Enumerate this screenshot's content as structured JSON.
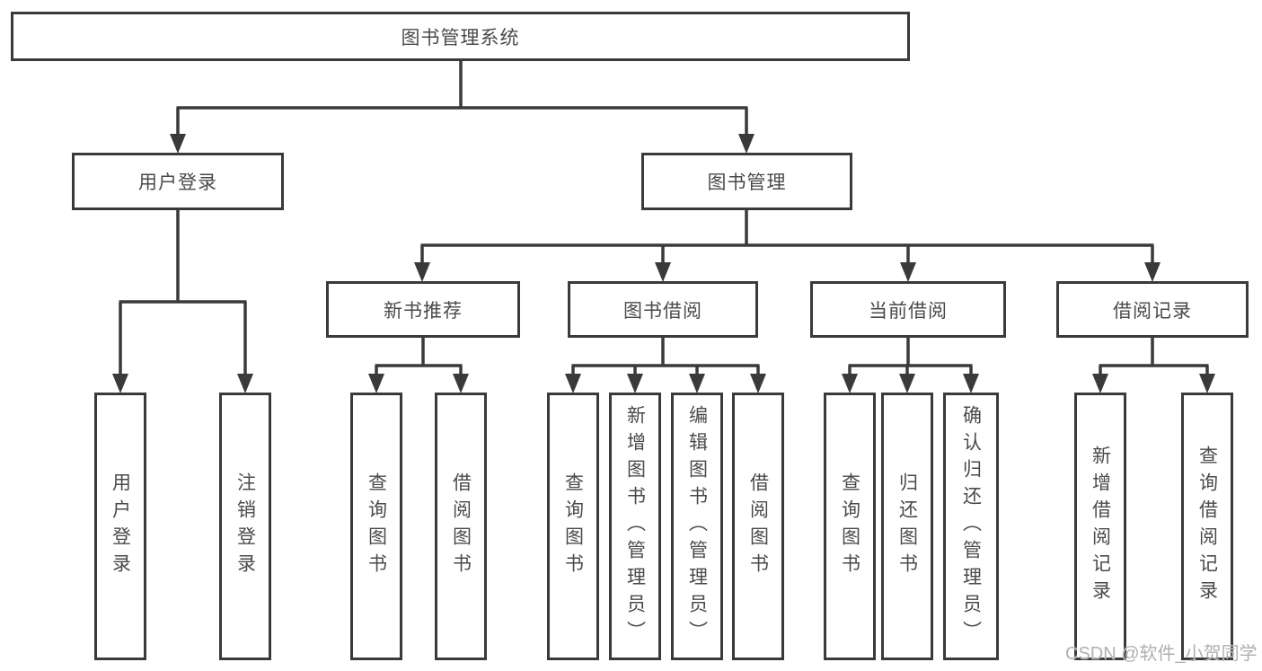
{
  "diagram": {
    "root": {
      "label": "图书管理系统"
    },
    "level2": [
      {
        "label": "用户登录"
      },
      {
        "label": "图书管理"
      }
    ],
    "level3": [
      {
        "label": "新书推荐"
      },
      {
        "label": "图书借阅"
      },
      {
        "label": "当前借阅"
      },
      {
        "label": "借阅记录"
      }
    ],
    "leaves": [
      {
        "label": "用户登录",
        "parent": "用户登录"
      },
      {
        "label": "注销登录",
        "parent": "用户登录"
      },
      {
        "label": "查询图书",
        "parent": "新书推荐"
      },
      {
        "label": "借阅图书",
        "parent": "新书推荐"
      },
      {
        "label": "查询图书",
        "parent": "图书借阅"
      },
      {
        "label": "新增图书（管理员）",
        "parent": "图书借阅"
      },
      {
        "label": "编辑图书（管理员）",
        "parent": "图书借阅"
      },
      {
        "label": "借阅图书",
        "parent": "图书借阅"
      },
      {
        "label": "查询图书",
        "parent": "当前借阅"
      },
      {
        "label": "归还图书",
        "parent": "当前借阅"
      },
      {
        "label": "确认归还（管理员）",
        "parent": "当前借阅"
      },
      {
        "label": "新增借阅记录",
        "parent": "借阅记录"
      },
      {
        "label": "查询借阅记录",
        "parent": "借阅记录"
      }
    ],
    "watermark": "CSDN @软件_小贺同学",
    "colors": {
      "line": "#3a3a3a",
      "box_border": "#3a3a3a",
      "text": "#4a4a4a",
      "watermark": "#b0b0b0",
      "background": "#ffffff"
    }
  }
}
